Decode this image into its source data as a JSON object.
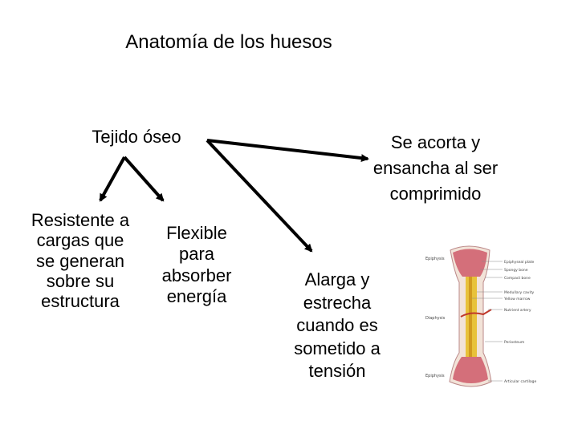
{
  "title": "Anatomía de los huesos",
  "root": "Tejido óseo",
  "compression": [
    "Se acorta y",
    "ensancha al ser",
    "comprimido"
  ],
  "resistant": [
    "Resistente a",
    "cargas que",
    "se generan",
    "sobre su",
    "estructura"
  ],
  "flexible": [
    "Flexible",
    "para",
    "absorber",
    "energía"
  ],
  "tension": [
    "Alarga y",
    "estrecha",
    "cuando es",
    "sometido a",
    "tensión"
  ],
  "colors": {
    "text": "#000000",
    "bone_marrow": "#e8c23a",
    "bone_spongy": "#c9485b",
    "bone_cortex": "#f2e3d8"
  },
  "bone_image": {
    "left_labels": [
      "Epiphysis",
      "Diaphysis",
      "Epiphysis"
    ],
    "right_labels": [
      "Epiphyseal plate",
      "Spongy bone",
      "Compact bone",
      "Medullary cavity",
      "Yellow marrow",
      "Nutrient artery",
      "Periosteum",
      "Articular cartilage"
    ]
  }
}
